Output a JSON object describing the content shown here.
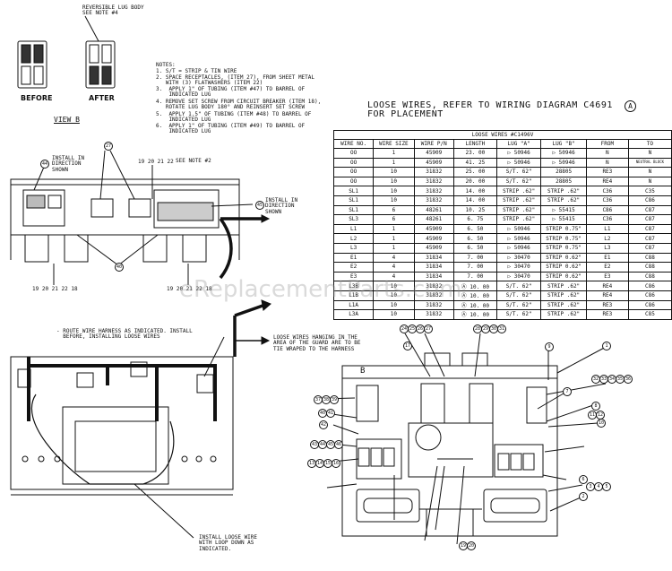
{
  "view_b": {
    "reversible_note": "REVERSIBLE LUG BODY\nSEE NOTE #4",
    "before_label": "BEFORE",
    "after_label": "AFTER",
    "title": "VIEW B"
  },
  "notes": {
    "header": "NOTES:",
    "items": [
      "1. S/T = STRIP & TIN WIRE",
      "2. SPACE RECEPTACLES, (ITEM 27), FROM SHEET METAL\n   WITH (3) FLATWASHERS (ITEM 22)",
      "3.  APPLY 1\" OF TUBING (ITEM #47) TO BARREL OF\n    INDICATED LUG",
      "4. REMOVE SET SCREW FROM CIRCUIT BREAKER (ITEM 18),\n   ROTATE LUG BODY 180° AND REINSERT SET SCREW",
      "5.  APPLY 1.5\" OF TUBING (ITEM #48) TO BARREL OF\n    INDICATED LUG",
      "6.  APPLY 1\" OF TUBING (ITEM #49) TO BARREL OF\n    INDICATED LUG"
    ]
  },
  "loose_wires": {
    "heading": "LOOSE WIRES, REFER TO WIRING DIAGRAM C4691",
    "heading_circle": "A",
    "heading2": "FOR PLACEMENT",
    "table_title": "LOOSE WIRES #C1496V",
    "columns": [
      "WIRE NO.",
      "WIRE SIZE",
      "WIRE P/N",
      "LENGTH",
      "LUG \"A\"",
      "LUG \"B\"",
      "FROM",
      "TO"
    ],
    "rows": [
      [
        "OO",
        "1",
        "45909",
        "23. 00",
        "▷ 50946",
        "▷ 50946",
        "N",
        "N"
      ],
      [
        "OO",
        "1",
        "45909",
        "41. 25",
        "▷ 50946",
        "▷ 50946",
        "N",
        "NEUTRAL BLOCK"
      ],
      [
        "OO",
        "10",
        "31832",
        "25. 00",
        "S/T. 62\"",
        "28805",
        "RE3",
        "N"
      ],
      [
        "OO",
        "10",
        "31832",
        "20. 00",
        "S/T. 62\"",
        "28805",
        "RE4",
        "N"
      ],
      [
        "SL1",
        "10",
        "31832",
        "14. 00",
        "STRIP .62\"",
        "STRIP .62\"",
        "C36",
        "C35"
      ],
      [
        "SL1",
        "10",
        "31832",
        "14. 00",
        "STRIP .62\"",
        "STRIP .62\"",
        "C36",
        "C86"
      ],
      [
        "SL1",
        "6",
        "48261",
        "10. 25",
        "STRIP .62\"",
        "▷ 55415",
        "C86",
        "C87"
      ],
      [
        "SL3",
        "6",
        "48261",
        "6. 75",
        "STRIP .62\"",
        "▷ 55415",
        "C36",
        "C87"
      ],
      [
        "L1",
        "1",
        "45909",
        "6. 50",
        "▷ 50946",
        "STRIP 0.75\"",
        "L1",
        "C87"
      ],
      [
        "L2",
        "1",
        "45909",
        "6. 50",
        "▷ 50946",
        "STRIP 0.75\"",
        "L2",
        "C87"
      ],
      [
        "L3",
        "1",
        "45909",
        "6. 50",
        "▷ 50946",
        "STRIP 0.75\"",
        "L3",
        "C87"
      ],
      [
        "E1",
        "4",
        "31834",
        "7. 00",
        "▷ 30470",
        "STRIP 0.62\"",
        "E1",
        "C88"
      ],
      [
        "E2",
        "4",
        "31834",
        "7. 00",
        "▷ 30470",
        "STRIP 0.62\"",
        "E2",
        "C88"
      ],
      [
        "E3",
        "4",
        "31834",
        "7. 00",
        "▷ 30470",
        "STRIP 0.62\"",
        "E3",
        "C88"
      ],
      [
        "L3B",
        "10",
        "31832",
        "Ⓐ 10. 00",
        "S/T. 62\"",
        "STRIP .62\"",
        "RE4",
        "C86"
      ],
      [
        "L1B",
        "10",
        "31832",
        "Ⓐ 10. 00",
        "S/T. 62\"",
        "STRIP .62\"",
        "RE4",
        "C86"
      ],
      [
        "L1A",
        "10",
        "31832",
        "Ⓐ 10. 00",
        "S/T. 62\"",
        "STRIP .62\"",
        "RE3",
        "C86"
      ],
      [
        "L3A",
        "10",
        "31832",
        "Ⓐ 10. 00",
        "S/T. 62\"",
        "STRIP .62\"",
        "RE3",
        "C85"
      ]
    ]
  },
  "upper_left": {
    "install_direction_left": "INSTALL IN\nDIRECTION\nSHOWN",
    "see_note_2": "SEE NOTE #2",
    "install_direction_right": "INSTALL IN\nDIRECTION\nSHOWN",
    "callouts": {
      "c44": "44",
      "c27": "27",
      "c45": "45",
      "c40": "40",
      "group_top": "19 20 21 22",
      "group_bl": "19 20 21 22 18",
      "group_br": "19 20 21 22 18"
    }
  },
  "lower_left": {
    "route_note": "- ROUTE WIRE HARNESS AS INDICATED. INSTALL\n  BEFORE, INSTALLING LOOSE WIRES",
    "loose_hanging_note": "LOOSE WIRES HANGING IN THE\nAREA OF THE GUARD ARE TO BE\nTIE WRAPED TO THE HARNESS",
    "install_loop_note": "INSTALL LOOSE WIRE\nWITH LOOP DOWN AS\nINDICATED."
  },
  "lower_right": {
    "label_b": "B",
    "callouts": [
      "24",
      "25",
      "26",
      "27",
      "28",
      "29",
      "30",
      "31",
      "32",
      "33",
      "34",
      "35",
      "36",
      "17",
      "9",
      "1",
      "7",
      "8",
      "10",
      "11",
      "12",
      "6",
      "2",
      "3",
      "4",
      "5",
      "37",
      "38",
      "39",
      "40",
      "41",
      "42",
      "43",
      "44",
      "45",
      "46",
      "13",
      "14",
      "15",
      "16",
      "19",
      "20"
    ]
  },
  "watermark": "eReplacementParts.com"
}
